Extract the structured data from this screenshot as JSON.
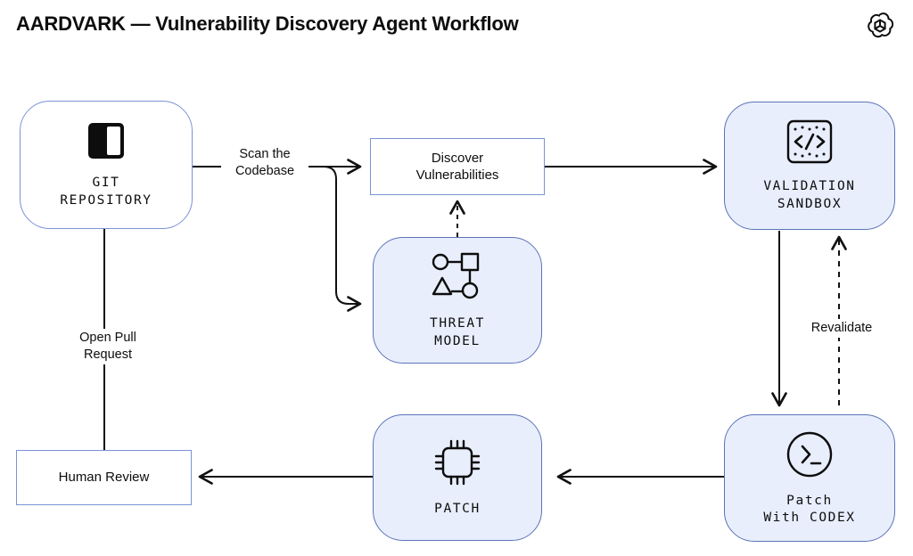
{
  "header": {
    "title": "AARDVARK — Vulnerability Discovery Agent Workflow",
    "logo": "openai-logo"
  },
  "diagram": {
    "type": "flowchart",
    "colors": {
      "node_border": "#7a93d6",
      "node_border_strong": "#5b74b8",
      "node_fill_light": "#e8eefc",
      "node_fill_white": "#ffffff",
      "edge": "#111111",
      "text": "#0d0d0d"
    },
    "nodes": [
      {
        "id": "git-repository",
        "label": "GIT\nREPOSITORY",
        "icon": "git-repository-icon",
        "shape": "rounded-rect",
        "fill": "white",
        "label_style": "mono"
      },
      {
        "id": "discover-vulnerabilities",
        "label": "Discover\nVulnerabilities",
        "icon": "",
        "shape": "rect",
        "fill": "white",
        "label_style": "sans"
      },
      {
        "id": "threat-model",
        "label": "THREAT\nMODEL",
        "icon": "threat-model-icon",
        "shape": "rounded-rect",
        "fill": "light-blue",
        "label_style": "mono"
      },
      {
        "id": "validation-sandbox",
        "label": "VALIDATION\nSANDBOX",
        "icon": "code-sandbox-icon",
        "shape": "rounded-rect",
        "fill": "light-blue",
        "label_style": "mono"
      },
      {
        "id": "patch-with-codex",
        "label": "Patch\nWith CODEX",
        "icon": "terminal-prompt-icon",
        "shape": "rounded-rect",
        "fill": "light-blue",
        "label_style": "mono"
      },
      {
        "id": "patch",
        "label": "PATCH",
        "icon": "chip-icon",
        "shape": "rounded-rect",
        "fill": "light-blue",
        "label_style": "mono"
      },
      {
        "id": "human-review",
        "label": "Human Review",
        "icon": "",
        "shape": "rect",
        "fill": "white",
        "label_style": "sans"
      }
    ],
    "edges": [
      {
        "id": "scan-the-codebase",
        "from": "git-repository",
        "to": "discover-vulnerabilities",
        "label": "Scan the\nCodebase",
        "style": "solid"
      },
      {
        "id": "scan-to-threat-model",
        "from": "git-repository",
        "to": "threat-model",
        "label": "",
        "style": "solid"
      },
      {
        "id": "threat-model-feeds-discovery",
        "from": "threat-model",
        "to": "discover-vulnerabilities",
        "label": "",
        "style": "dashed"
      },
      {
        "id": "discovery-to-sandbox",
        "from": "discover-vulnerabilities",
        "to": "validation-sandbox",
        "label": "",
        "style": "solid"
      },
      {
        "id": "sandbox-to-codex",
        "from": "validation-sandbox",
        "to": "patch-with-codex",
        "label": "",
        "style": "solid"
      },
      {
        "id": "revalidate",
        "from": "patch-with-codex",
        "to": "validation-sandbox",
        "label": "Revalidate",
        "style": "dashed"
      },
      {
        "id": "codex-to-patch",
        "from": "patch-with-codex",
        "to": "patch",
        "label": "",
        "style": "solid"
      },
      {
        "id": "patch-to-human-review",
        "from": "patch",
        "to": "human-review",
        "label": "",
        "style": "solid"
      },
      {
        "id": "open-pull-request",
        "from": "human-review",
        "to": "git-repository",
        "label": "Open Pull\nRequest",
        "style": "solid"
      }
    ]
  }
}
